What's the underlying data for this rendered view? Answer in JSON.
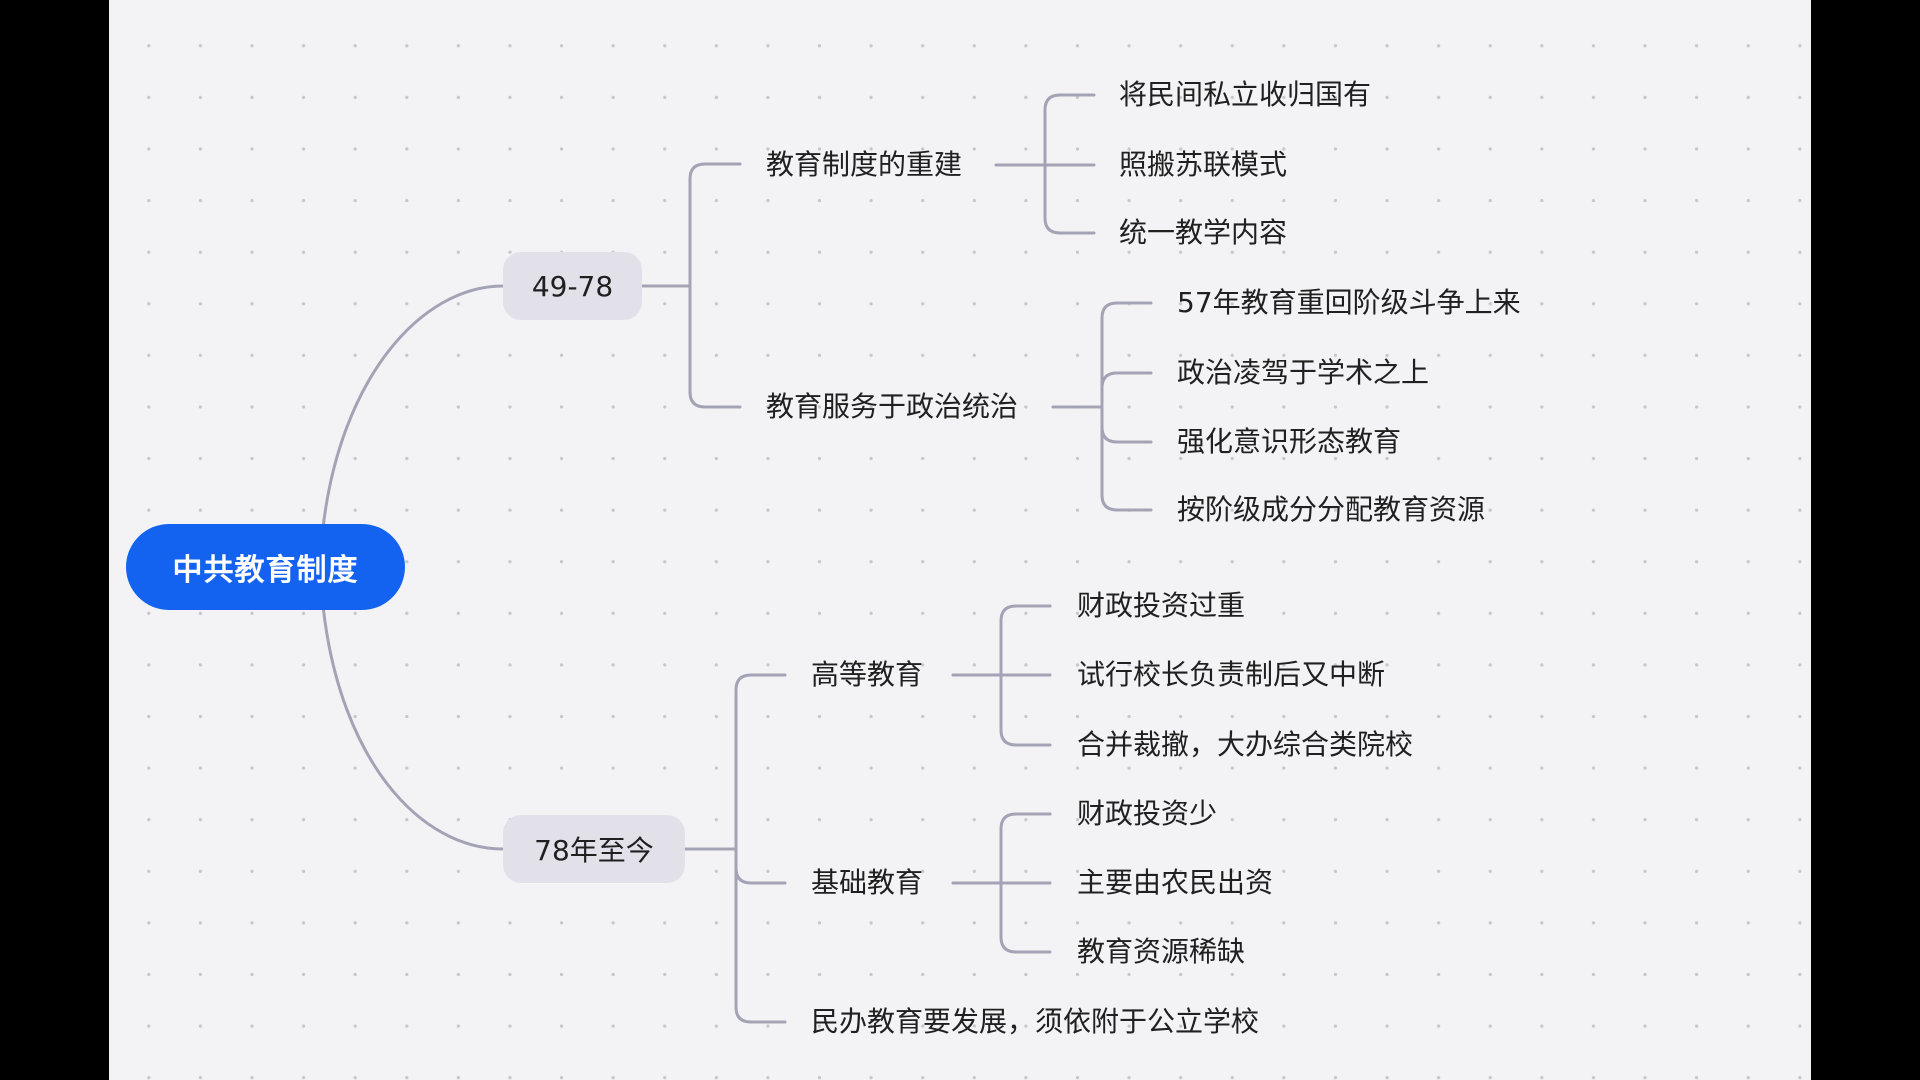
{
  "colors": {
    "root_fill": "#1463f0",
    "branch_fill": "#e2e1ea",
    "line": "#a4a3b6",
    "background": "#f3f3f5"
  },
  "root": {
    "label": "中共教育制度"
  },
  "branches": [
    {
      "label": "49-78",
      "topics": [
        {
          "label": "教育制度的重建",
          "points": [
            "将民间私立收归国有",
            "照搬苏联模式",
            "统一教学内容"
          ]
        },
        {
          "label": "教育服务于政治统治",
          "points": [
            "57年教育重回阶级斗争上来",
            "政治凌驾于学术之上",
            "强化意识形态教育",
            "按阶级成分分配教育资源"
          ]
        }
      ]
    },
    {
      "label": "78年至今",
      "topics": [
        {
          "label": "高等教育",
          "points": [
            "财政投资过重",
            "试行校长负责制后又中断",
            "合并裁撤，大办综合类院校"
          ]
        },
        {
          "label": "基础教育",
          "points": [
            "财政投资少",
            "主要由农民出资",
            "教育资源稀缺"
          ]
        },
        {
          "label": "民办教育要发展，须依附于公立学校",
          "points": []
        }
      ]
    }
  ]
}
